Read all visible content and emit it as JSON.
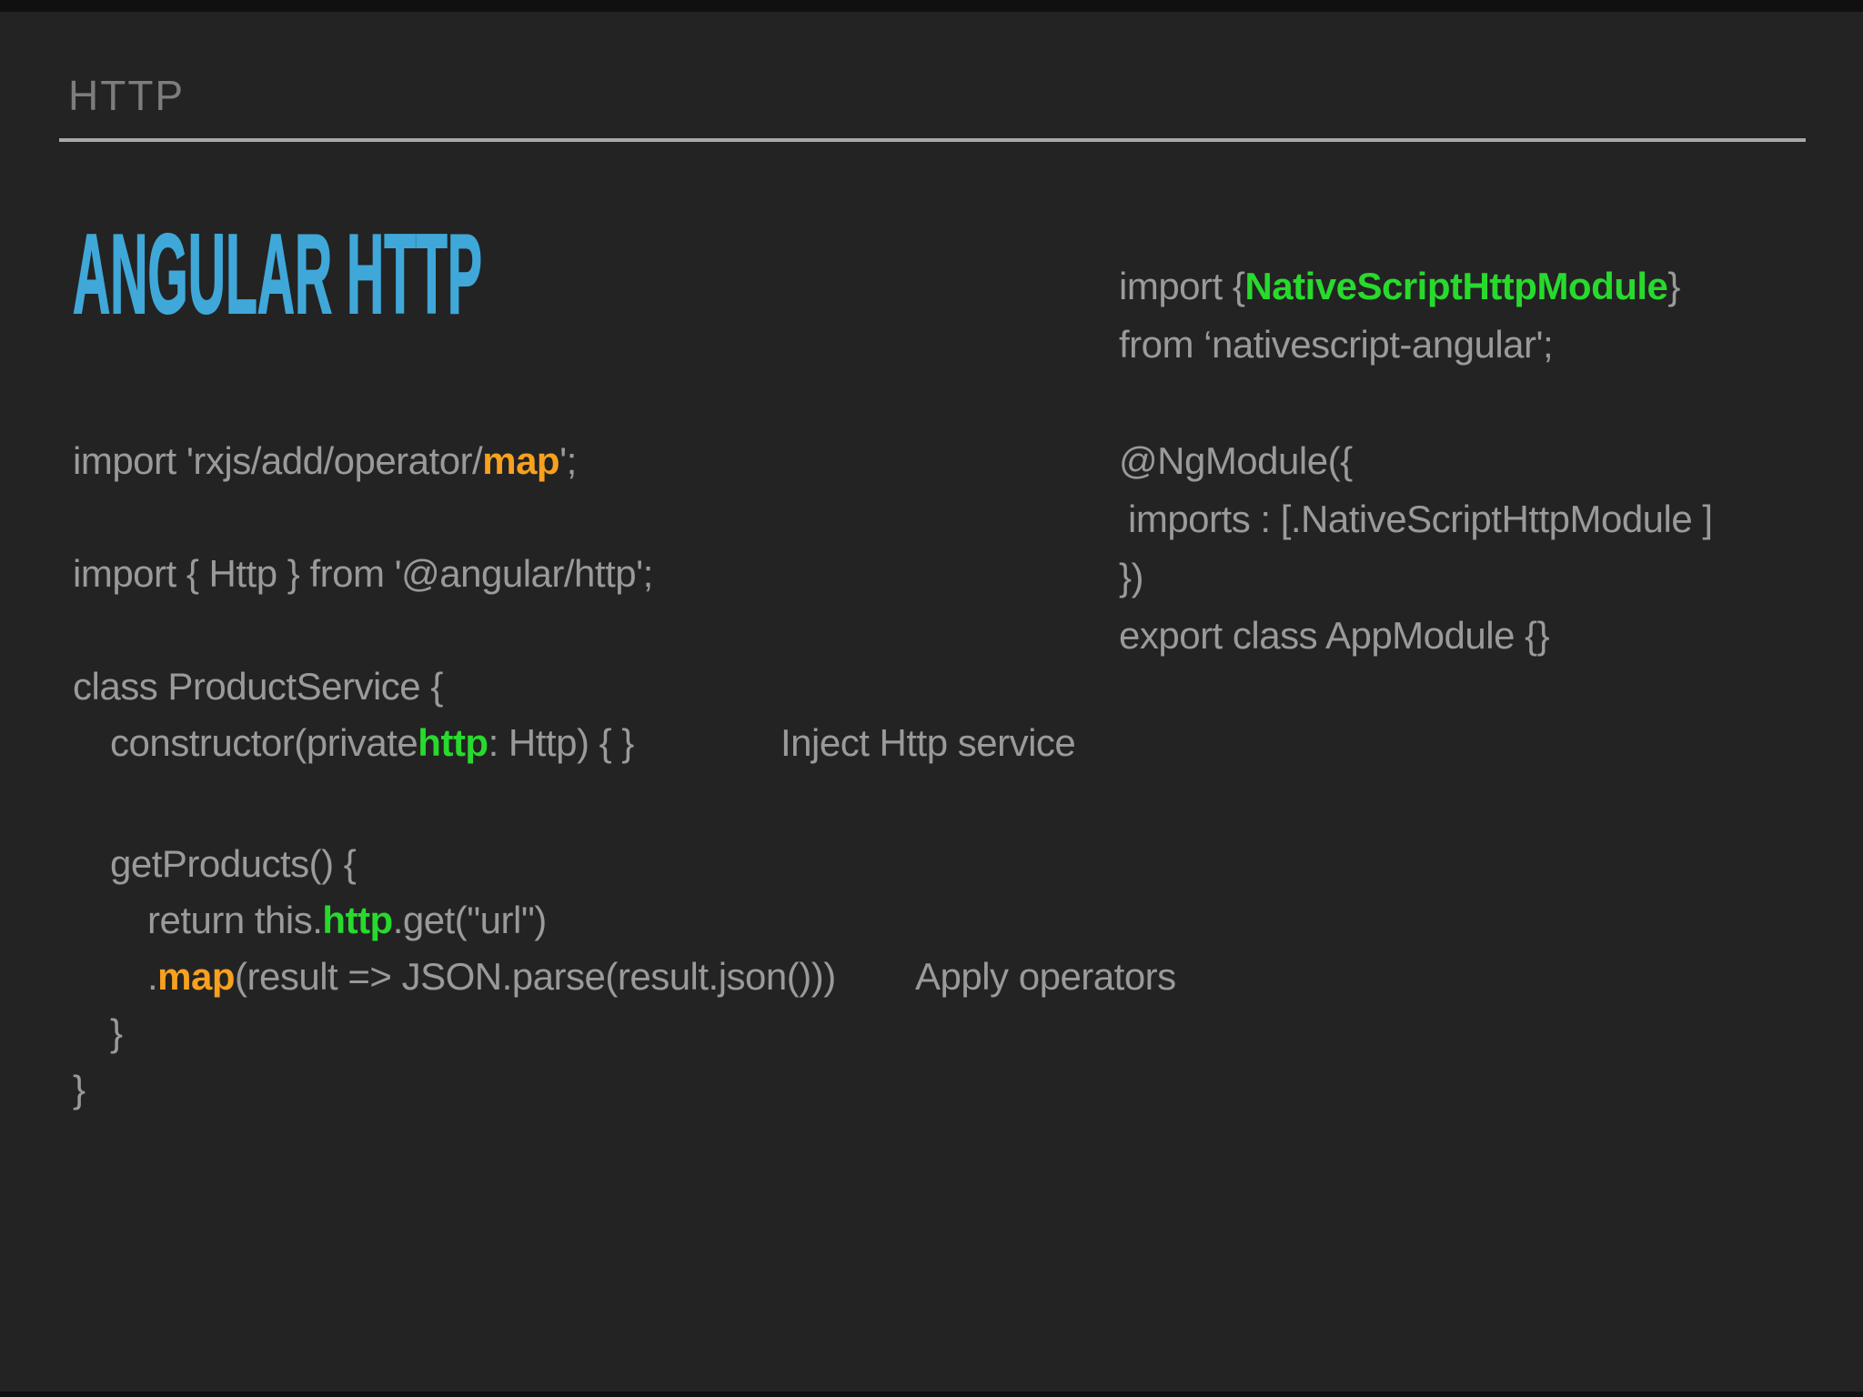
{
  "slide": {
    "kicker": "HTTP",
    "title": "ANGULAR HTTP"
  },
  "colors": {
    "bg": "#232323",
    "letterbox": "#101010",
    "divider": "#a9a9a9",
    "title": "#3fa8d9",
    "kicker": "#7d7d7d",
    "code": "#9a9a9a",
    "green": "#28da2d",
    "orange": "#f6a11f"
  },
  "annotations": [
    {
      "text": "Inject Http service"
    },
    {
      "text": "Apply operators"
    }
  ],
  "code_blocks": [
    {
      "name": "angular-http-service-code",
      "lines": [
        {
          "indent": 0,
          "segments": [
            {
              "text": "import 'rxjs/add/operator/",
              "style": "gray"
            },
            {
              "text": "map",
              "style": "orange"
            },
            {
              "text": "';",
              "style": "gray"
            }
          ]
        },
        {
          "blank": true
        },
        {
          "indent": 0,
          "segments": [
            {
              "text": "import { Http } from '@angular/http';",
              "style": "gray"
            }
          ]
        },
        {
          "blank": true
        },
        {
          "indent": 0,
          "segments": [
            {
              "text": "class ProductService {",
              "style": "gray"
            }
          ]
        },
        {
          "indent": 1,
          "segments": [
            {
              "text": "constructor(private ",
              "style": "gray"
            },
            {
              "text": "http",
              "style": "green"
            },
            {
              "text": ": Http) { }",
              "style": "gray"
            }
          ]
        },
        {
          "blank": true,
          "tall": true
        },
        {
          "indent": 1,
          "segments": [
            {
              "text": "getProducts() {",
              "style": "gray"
            }
          ]
        },
        {
          "indent": 2,
          "segments": [
            {
              "text": "return this.",
              "style": "gray"
            },
            {
              "text": "http",
              "style": "green"
            },
            {
              "text": ".get(\"url\")",
              "style": "gray"
            }
          ]
        },
        {
          "indent": 2,
          "segments": [
            {
              "text": ".",
              "style": "gray"
            },
            {
              "text": "map",
              "style": "orange"
            },
            {
              "text": "(result => JSON.parse(result.json()))",
              "style": "gray"
            }
          ]
        },
        {
          "indent": 1,
          "segments": [
            {
              "text": "}",
              "style": "gray"
            }
          ]
        },
        {
          "indent": 0,
          "segments": [
            {
              "text": "}",
              "style": "gray"
            }
          ]
        }
      ]
    },
    {
      "name": "nativescript-module-code",
      "lines": [
        {
          "indent": 0,
          "segments": [
            {
              "text": "import { ",
              "style": "gray"
            },
            {
              "text": "NativeScriptHttpModule",
              "style": "green"
            },
            {
              "text": " }",
              "style": "gray"
            }
          ]
        },
        {
          "indent": 0,
          "segments": [
            {
              "text": "from ‘nativescript-angular';",
              "style": "gray"
            }
          ]
        },
        {
          "blank": true
        },
        {
          "indent": 0,
          "segments": [
            {
              "text": "@NgModule({",
              "style": "gray"
            }
          ]
        },
        {
          "indent": 0.25,
          "segments": [
            {
              "text": "imports : [.NativeScriptHttpModule ]",
              "style": "gray"
            }
          ]
        },
        {
          "indent": 0,
          "segments": [
            {
              "text": "})",
              "style": "gray"
            }
          ]
        },
        {
          "indent": 0,
          "segments": [
            {
              "text": "export class AppModule {}",
              "style": "gray"
            }
          ]
        }
      ]
    }
  ]
}
